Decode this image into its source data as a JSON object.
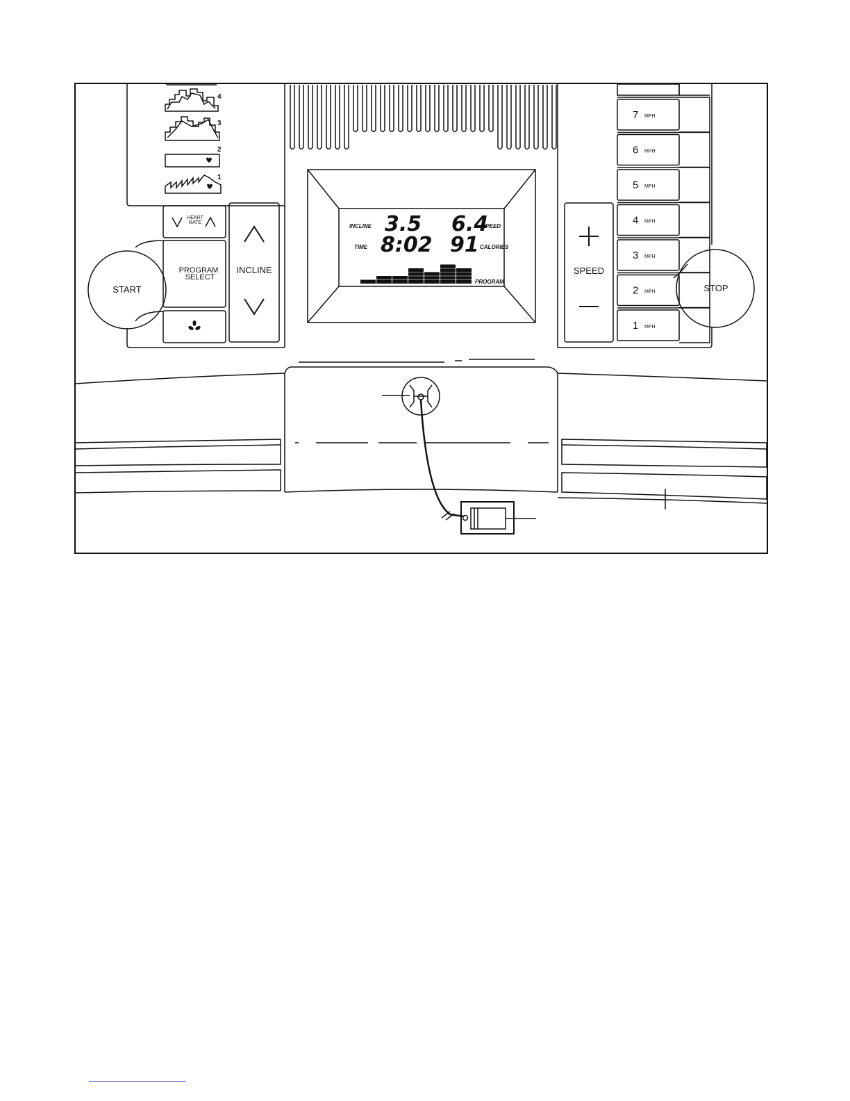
{
  "console": {
    "programs": {
      "numbers": [
        "4",
        "3",
        "2",
        "1"
      ]
    },
    "heart_rate": {
      "line1": "HEART",
      "line2": "RATE"
    },
    "start_label": "START",
    "program_select": {
      "line1": "PROGRAM",
      "line2": "SELECT"
    },
    "fan_icon": "fan-icon",
    "incline_label": "INCLINE",
    "speed_label": "SPEED",
    "stop_label": "STOP",
    "speed_presets": [
      {
        "number": "7",
        "unit": "MPH"
      },
      {
        "number": "6",
        "unit": "MPH"
      },
      {
        "number": "5",
        "unit": "MPH"
      },
      {
        "number": "4",
        "unit": "MPH"
      },
      {
        "number": "3",
        "unit": "MPH"
      },
      {
        "number": "2",
        "unit": "MPH"
      },
      {
        "number": "1",
        "unit": "MPH"
      }
    ],
    "display": {
      "incline_label": "INCLINE",
      "incline_value": "3.5",
      "speed_label": "SPEED",
      "speed_value": "6.4",
      "time_label": "TIME",
      "time_value": "8:02",
      "calories_label": "CALORIES",
      "calories_value": "91",
      "program_label": "PROGRAM",
      "profile_levels": [
        1,
        2,
        2,
        4,
        3,
        5,
        4
      ]
    }
  },
  "colors": {
    "line": "#111111",
    "background": "#ffffff"
  }
}
